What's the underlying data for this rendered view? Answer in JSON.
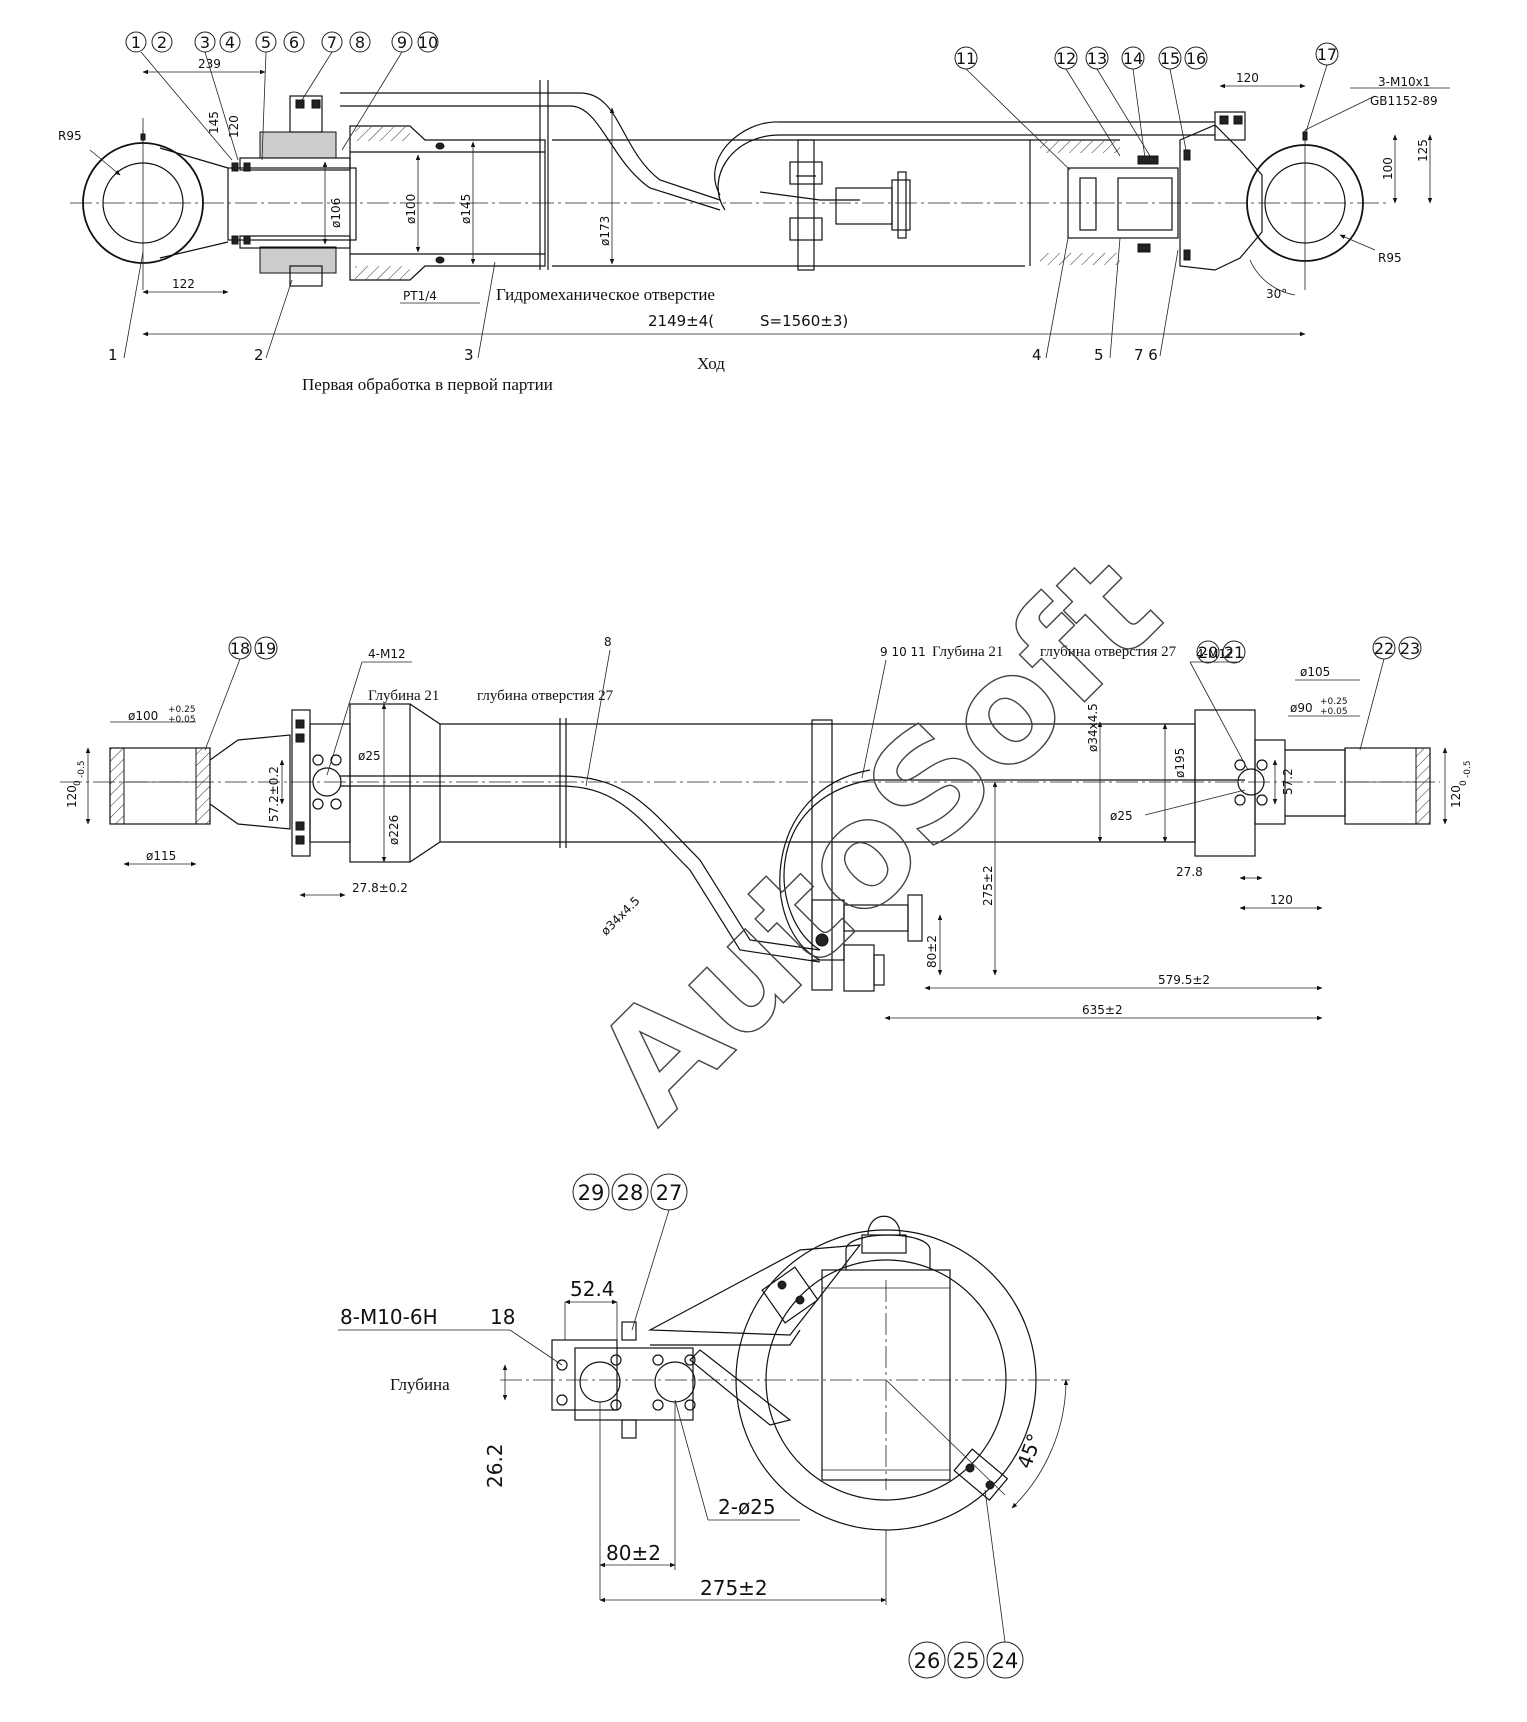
{
  "view1": {
    "balloons": [
      "1",
      "2",
      "3",
      "4",
      "5",
      "6",
      "7",
      "8",
      "9",
      "10",
      "11",
      "12",
      "13",
      "14",
      "15",
      "16",
      "17"
    ],
    "part_labels": [
      "1",
      "2",
      "3",
      "4",
      "5",
      "7 6"
    ],
    "dims": {
      "d239": "239",
      "d145": "145",
      "d120v": "120",
      "r95_left": "R95",
      "d122": "122",
      "dia106": "ø106",
      "dia100": "ø100",
      "dia145": "ø145",
      "dia173": "ø173",
      "d120h": "120",
      "thread": "3-M10x1",
      "standard": "GB1152-89",
      "d100v": "100",
      "d125v": "125",
      "r95_right": "R95",
      "angle30": "30°",
      "pt": "PT1/4",
      "total": "2149±4(",
      "stroke": "S=1560±3)"
    },
    "notes": {
      "hydro_hole": "Гидромеханическое отверстие",
      "stroke_word": "Ход",
      "first_machining": "Первая обработка в первой партии"
    }
  },
  "view2": {
    "balloons": [
      "18",
      "19",
      "20",
      "21",
      "22",
      "23"
    ],
    "leaders": {
      "n8": "8",
      "n9_11": "9 10 11"
    },
    "dims": {
      "dia100_tol": "ø100",
      "tol_upper_left": "+0.25",
      "tol_lower_left": "+0.05",
      "d120_left": "120",
      "tol_zero_left": "0",
      "tol_minus_left": "-0.5",
      "dia115": "ø115",
      "m12_left": "4-M12",
      "m12_right": "4-M12",
      "dia25_left": "ø25",
      "d57_left": "57.2±0.2",
      "d27_left": "27.8±0.2",
      "dia226": "ø226",
      "dia34_diag": "ø34x4.5",
      "dia34_vert": "ø34x4.5",
      "d275": "275±2",
      "d80": "80±2",
      "d579": "579.5±2",
      "d635": "635±2",
      "dia195": "ø195",
      "dia25_right": "ø25",
      "d57_right": "57.2",
      "d27_right": "27.8",
      "d120_bottom": "120",
      "dia105": "ø105",
      "dia90_tol": "ø90",
      "tol_upper_right": "+0.25",
      "tol_lower_right": "+0.05",
      "d120_right": "120",
      "tol_zero_right": "0",
      "tol_minus_right": "-0.5"
    },
    "notes": {
      "depth_left": "Глубина 21",
      "hole_depth_left": "глубина отверстия 27",
      "depth_right": "Глубина 21",
      "hole_depth_right": "глубина отверстия 27"
    }
  },
  "view3": {
    "balloons_top": [
      "29",
      "28",
      "27"
    ],
    "balloons_bottom": [
      "26",
      "25",
      "24"
    ],
    "dims": {
      "d52": "52.4",
      "thread": "8-M10-6H",
      "thread_depth": "18",
      "d26": "26.2",
      "holes": "2-ø25",
      "d80": "80±2",
      "d275": "275±2",
      "angle45": "45°"
    },
    "notes": {
      "depth": "Глубина"
    }
  },
  "watermark": "AutoSoft"
}
